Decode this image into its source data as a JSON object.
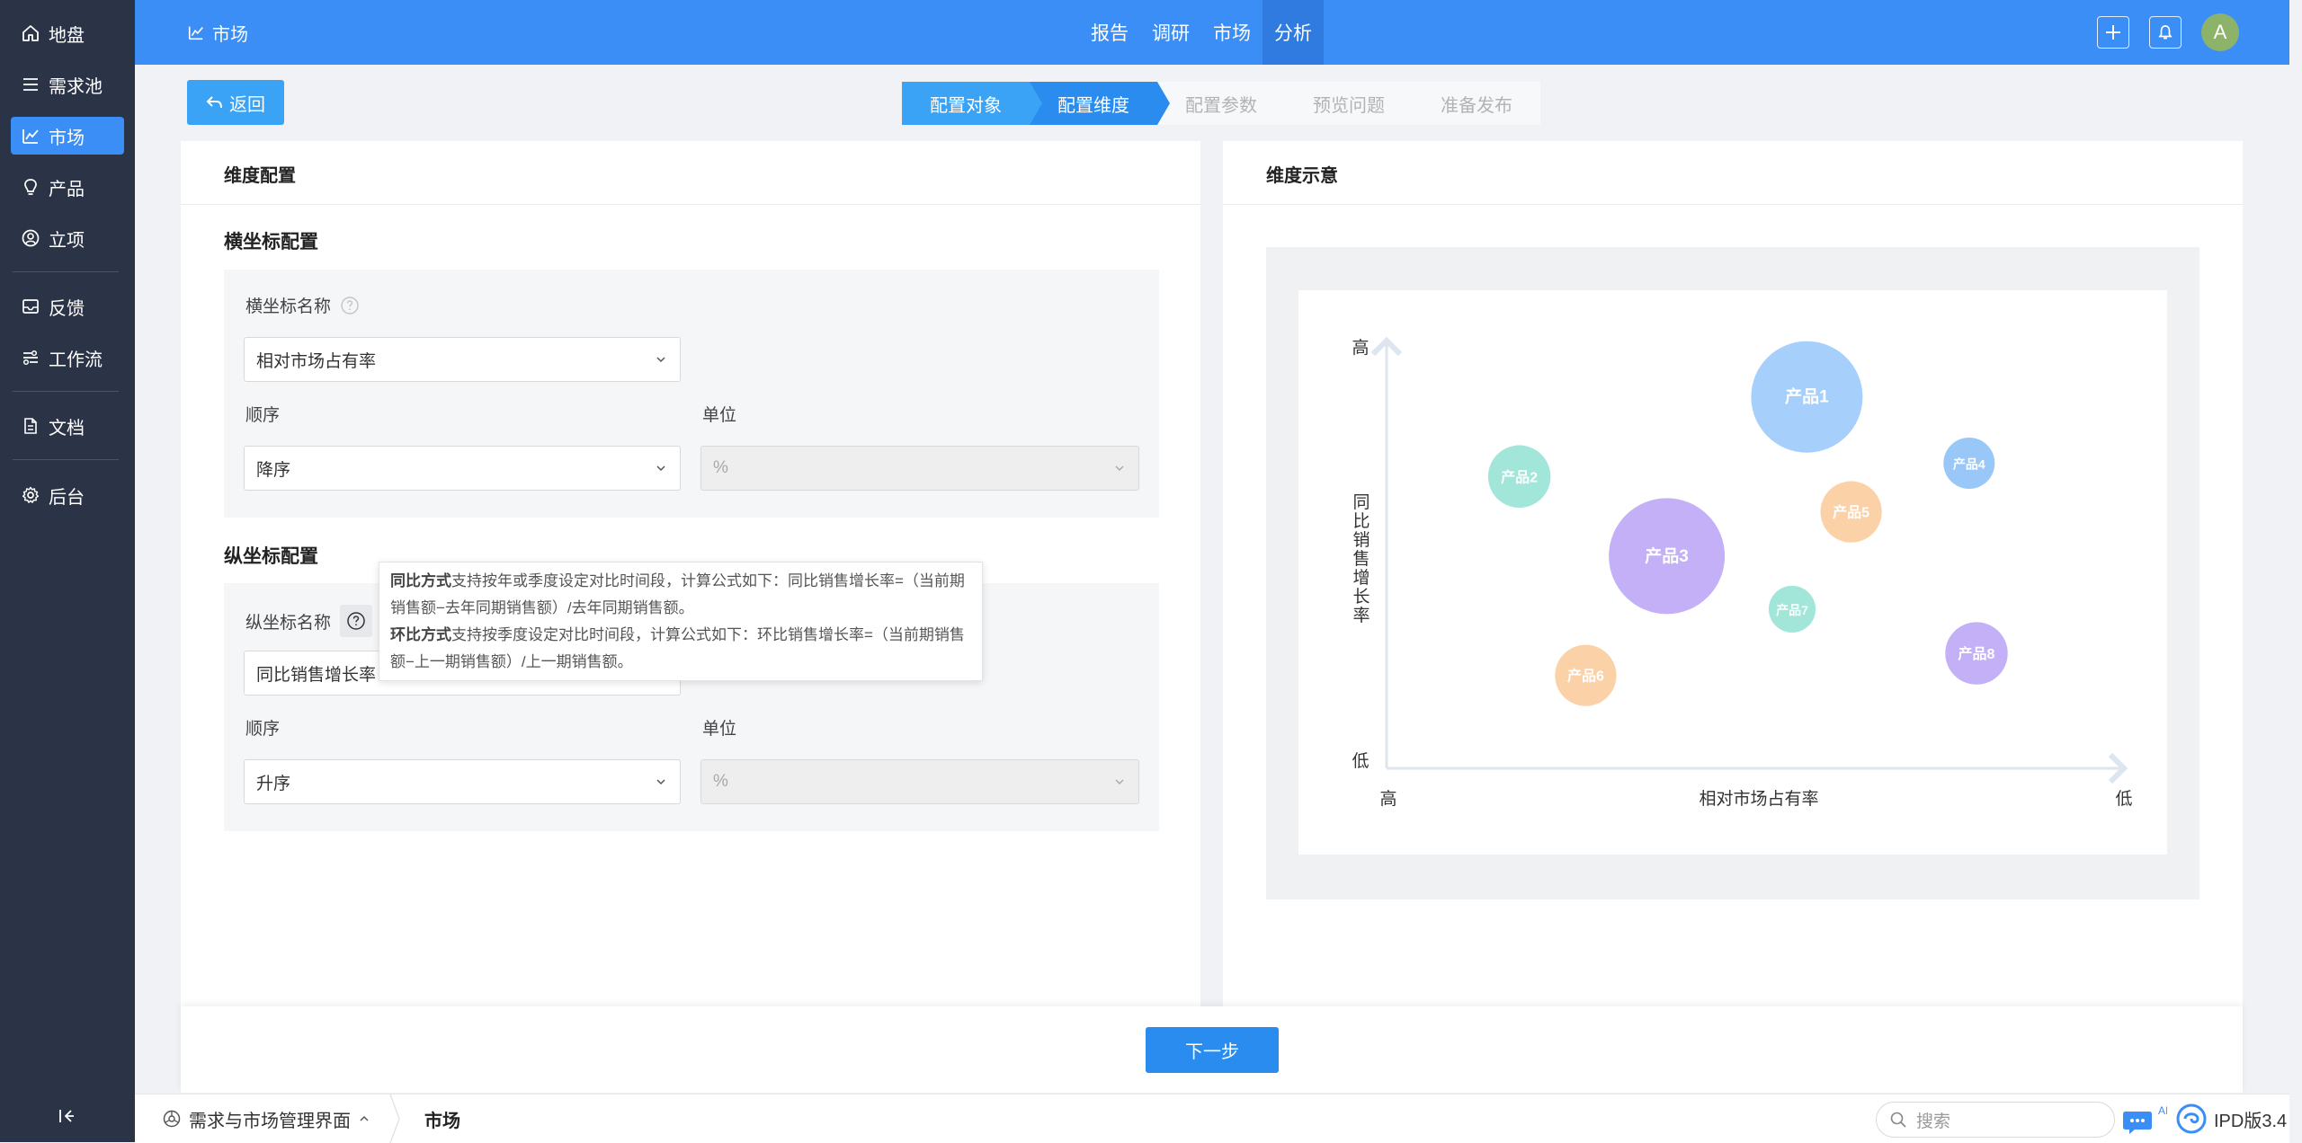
{
  "sidebar": {
    "items": [
      {
        "label": "地盘",
        "icon": "home-icon"
      },
      {
        "label": "需求池",
        "icon": "list-icon"
      },
      {
        "label": "市场",
        "icon": "chart-line-icon",
        "active": true
      },
      {
        "label": "产品",
        "icon": "lightbulb-icon"
      },
      {
        "label": "立项",
        "icon": "user-circle-icon"
      },
      {
        "label": "反馈",
        "icon": "inbox-icon"
      },
      {
        "label": "工作流",
        "icon": "workflow-icon"
      },
      {
        "label": "文档",
        "icon": "document-icon"
      },
      {
        "label": "后台",
        "icon": "gear-icon"
      }
    ]
  },
  "topbar": {
    "brand": "市场",
    "nav": [
      "报告",
      "调研",
      "市场",
      "分析"
    ],
    "active_nav": "分析",
    "avatar": "A"
  },
  "back_label": "返回",
  "steps": [
    "配置对象",
    "配置维度",
    "配置参数",
    "预览问题",
    "准备发布"
  ],
  "left_panel": {
    "title": "维度配置",
    "x_section": {
      "title": "横坐标配置",
      "name_label": "横坐标名称",
      "name_value": "相对市场占有率",
      "order_label": "顺序",
      "order_value": "降序",
      "unit_label": "单位",
      "unit_value": "%"
    },
    "y_section": {
      "title": "纵坐标配置",
      "name_label": "纵坐标名称",
      "name_value": "同比销售增长率",
      "order_label": "顺序",
      "order_value": "升序",
      "unit_label": "单位",
      "unit_value": "%"
    },
    "tooltip": {
      "line1_bold": "同比方式",
      "line1_text": "支持按年或季度设定对比时间段，计算公式如下：同比销售增长率=（当前期销售额−去年同期销售额）/去年同期销售额。",
      "line2_bold": "环比方式",
      "line2_text": "支持按季度设定对比时间段，计算公式如下：环比销售增长率=（当前期销售额−上一期销售额）/上一期销售额。"
    }
  },
  "right_panel": {
    "title": "维度示意"
  },
  "chart_data": {
    "type": "scatter",
    "xlabel": "相对市场占有率",
    "ylabel": "同比销售增长率",
    "x_ticks": [
      "高",
      "低"
    ],
    "y_ticks": [
      "高",
      "低"
    ],
    "series": [
      {
        "name": "产品1",
        "x": 0.57,
        "y": 0.84,
        "size": 1.0,
        "color": "#a6cffb"
      },
      {
        "name": "产品2",
        "x": 0.18,
        "y": 0.66,
        "size": 0.56,
        "color": "#a1e6d9"
      },
      {
        "name": "产品3",
        "x": 0.38,
        "y": 0.48,
        "size": 1.04,
        "color": "#c3b0f7"
      },
      {
        "name": "产品4",
        "x": 0.79,
        "y": 0.69,
        "size": 0.46,
        "color": "#99c8f8"
      },
      {
        "name": "产品5",
        "x": 0.63,
        "y": 0.58,
        "size": 0.55,
        "color": "#fbd1a8"
      },
      {
        "name": "产品6",
        "x": 0.27,
        "y": 0.21,
        "size": 0.55,
        "color": "#fbd1a8"
      },
      {
        "name": "产品7",
        "x": 0.55,
        "y": 0.36,
        "size": 0.42,
        "color": "#a1e6d9"
      },
      {
        "name": "产品8",
        "x": 0.8,
        "y": 0.26,
        "size": 0.56,
        "color": "#c3b0f7"
      }
    ]
  },
  "next_label": "下一步",
  "statusbar": {
    "app_name": "需求与市场管理界面",
    "crumb": "市场",
    "search_placeholder": "搜索",
    "ai_badge": "AI",
    "version": "IPD版3.4"
  }
}
